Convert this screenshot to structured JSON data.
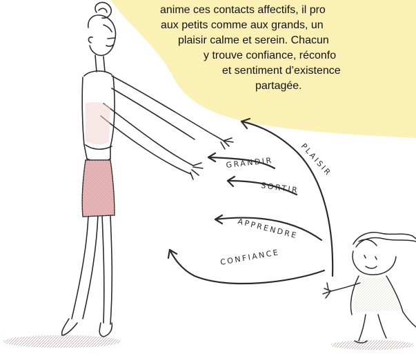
{
  "caption": {
    "lines": [
      "anime ces contacts affectifs, il pro",
      "aux petits comme aux grands, un",
      "plaisir calme et serein. Chacun",
      "y trouve confiance, réconfo",
      "et sentiment d’existence",
      "partagée."
    ]
  },
  "illustration": {
    "labels": {
      "plaisir": "PLAISIR",
      "grandir": "GRANDIR",
      "sortir": "SORTIR",
      "apprendre": "APPRENDRE",
      "confiance": "CONFIANCE"
    }
  },
  "colors": {
    "caption_background": "#fbf1b4",
    "ink": "#2b2b2b",
    "skirt": "#e9b7b7",
    "pink_wash": "#f3d3d3"
  }
}
